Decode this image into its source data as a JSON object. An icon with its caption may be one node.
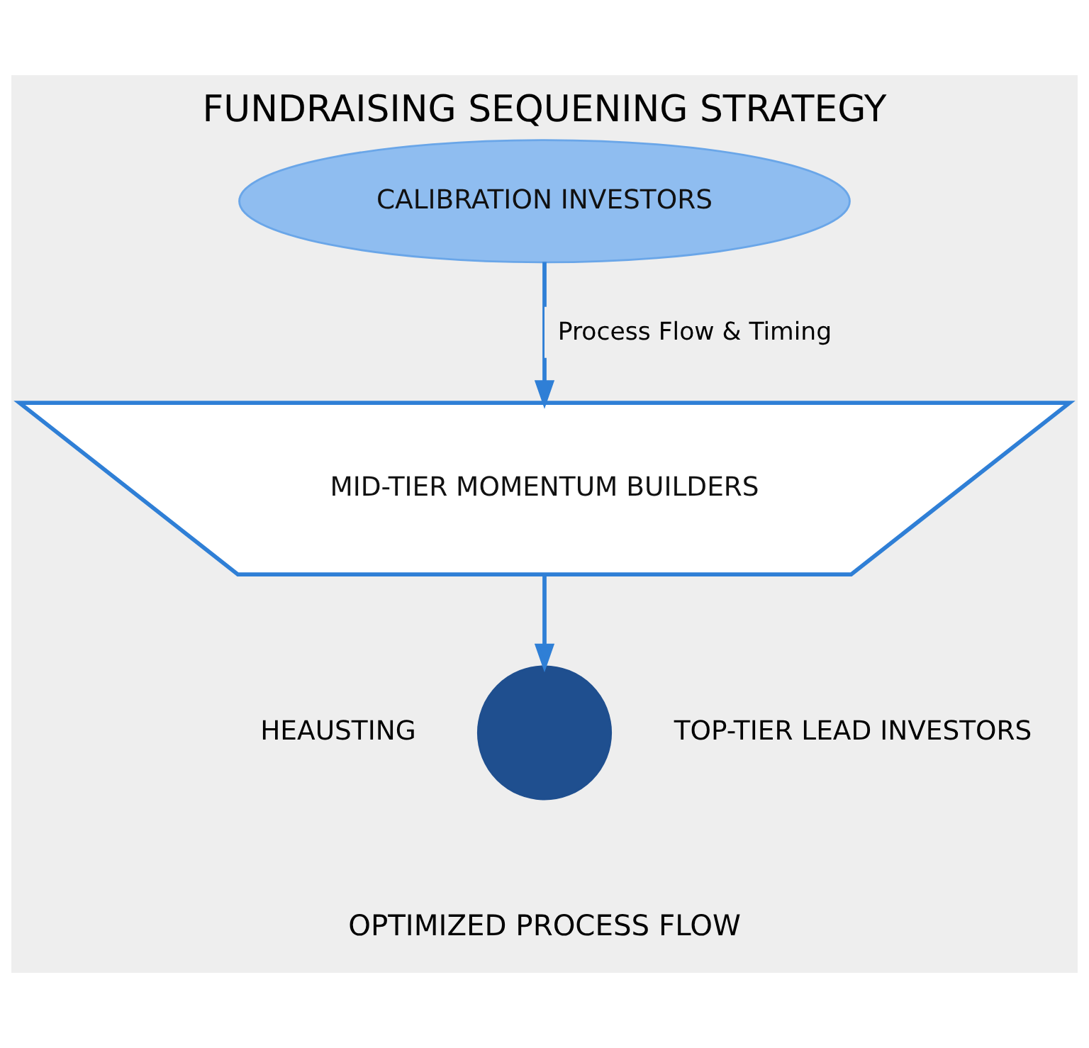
{
  "diagram": {
    "title": "FUNDRAISING SEQUENING STRATEGY",
    "caption": "OPTIMIZED PROCESS FLOW",
    "nodes": [
      {
        "text": [
          "CALIBRATION INVESTORS"
        ]
      },
      {
        "text": [
          "MID-TIER MOMENTUM BUILDERS"
        ]
      },
      {
        "text": [],
        "shape": "circle"
      }
    ],
    "edges": [
      {
        "from": 0,
        "to": 1,
        "arrow": "to",
        "label": "Process Flow & Timing"
      },
      {
        "from": 1,
        "to": 2,
        "arrow": "to"
      }
    ],
    "labels": [
      "HEAUSTING",
      "TOP-TIER LEAD INVESTORS"
    ]
  }
}
